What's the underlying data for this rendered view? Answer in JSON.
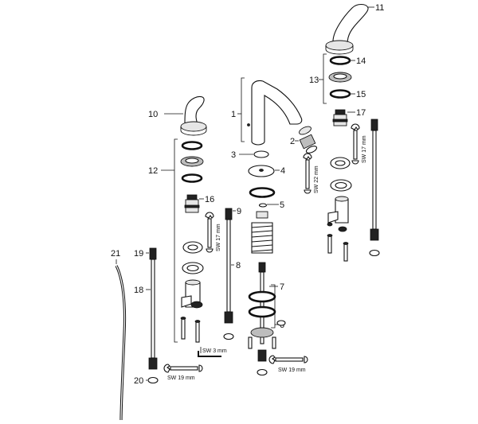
{
  "callouts": {
    "c1": "1",
    "c2": "2",
    "c3": "3",
    "c4": "4",
    "c5": "5",
    "c6": "6",
    "c7": "7",
    "c8": "8",
    "c9": "9",
    "c10": "10",
    "c11": "11",
    "c12": "12",
    "c13": "13",
    "c14": "14",
    "c15": "15",
    "c16": "16",
    "c17": "17",
    "c18": "18",
    "c19": "19",
    "c20": "20",
    "c21": "21"
  },
  "wrench_labels": {
    "sw17_left": "SW 17 mm",
    "sw17_right": "SW 17 mm",
    "sw22": "SW 22 mm",
    "sw3": "SW 3 mm",
    "sw19_left": "SW 19 mm",
    "sw19_center": "SW 19 mm"
  }
}
